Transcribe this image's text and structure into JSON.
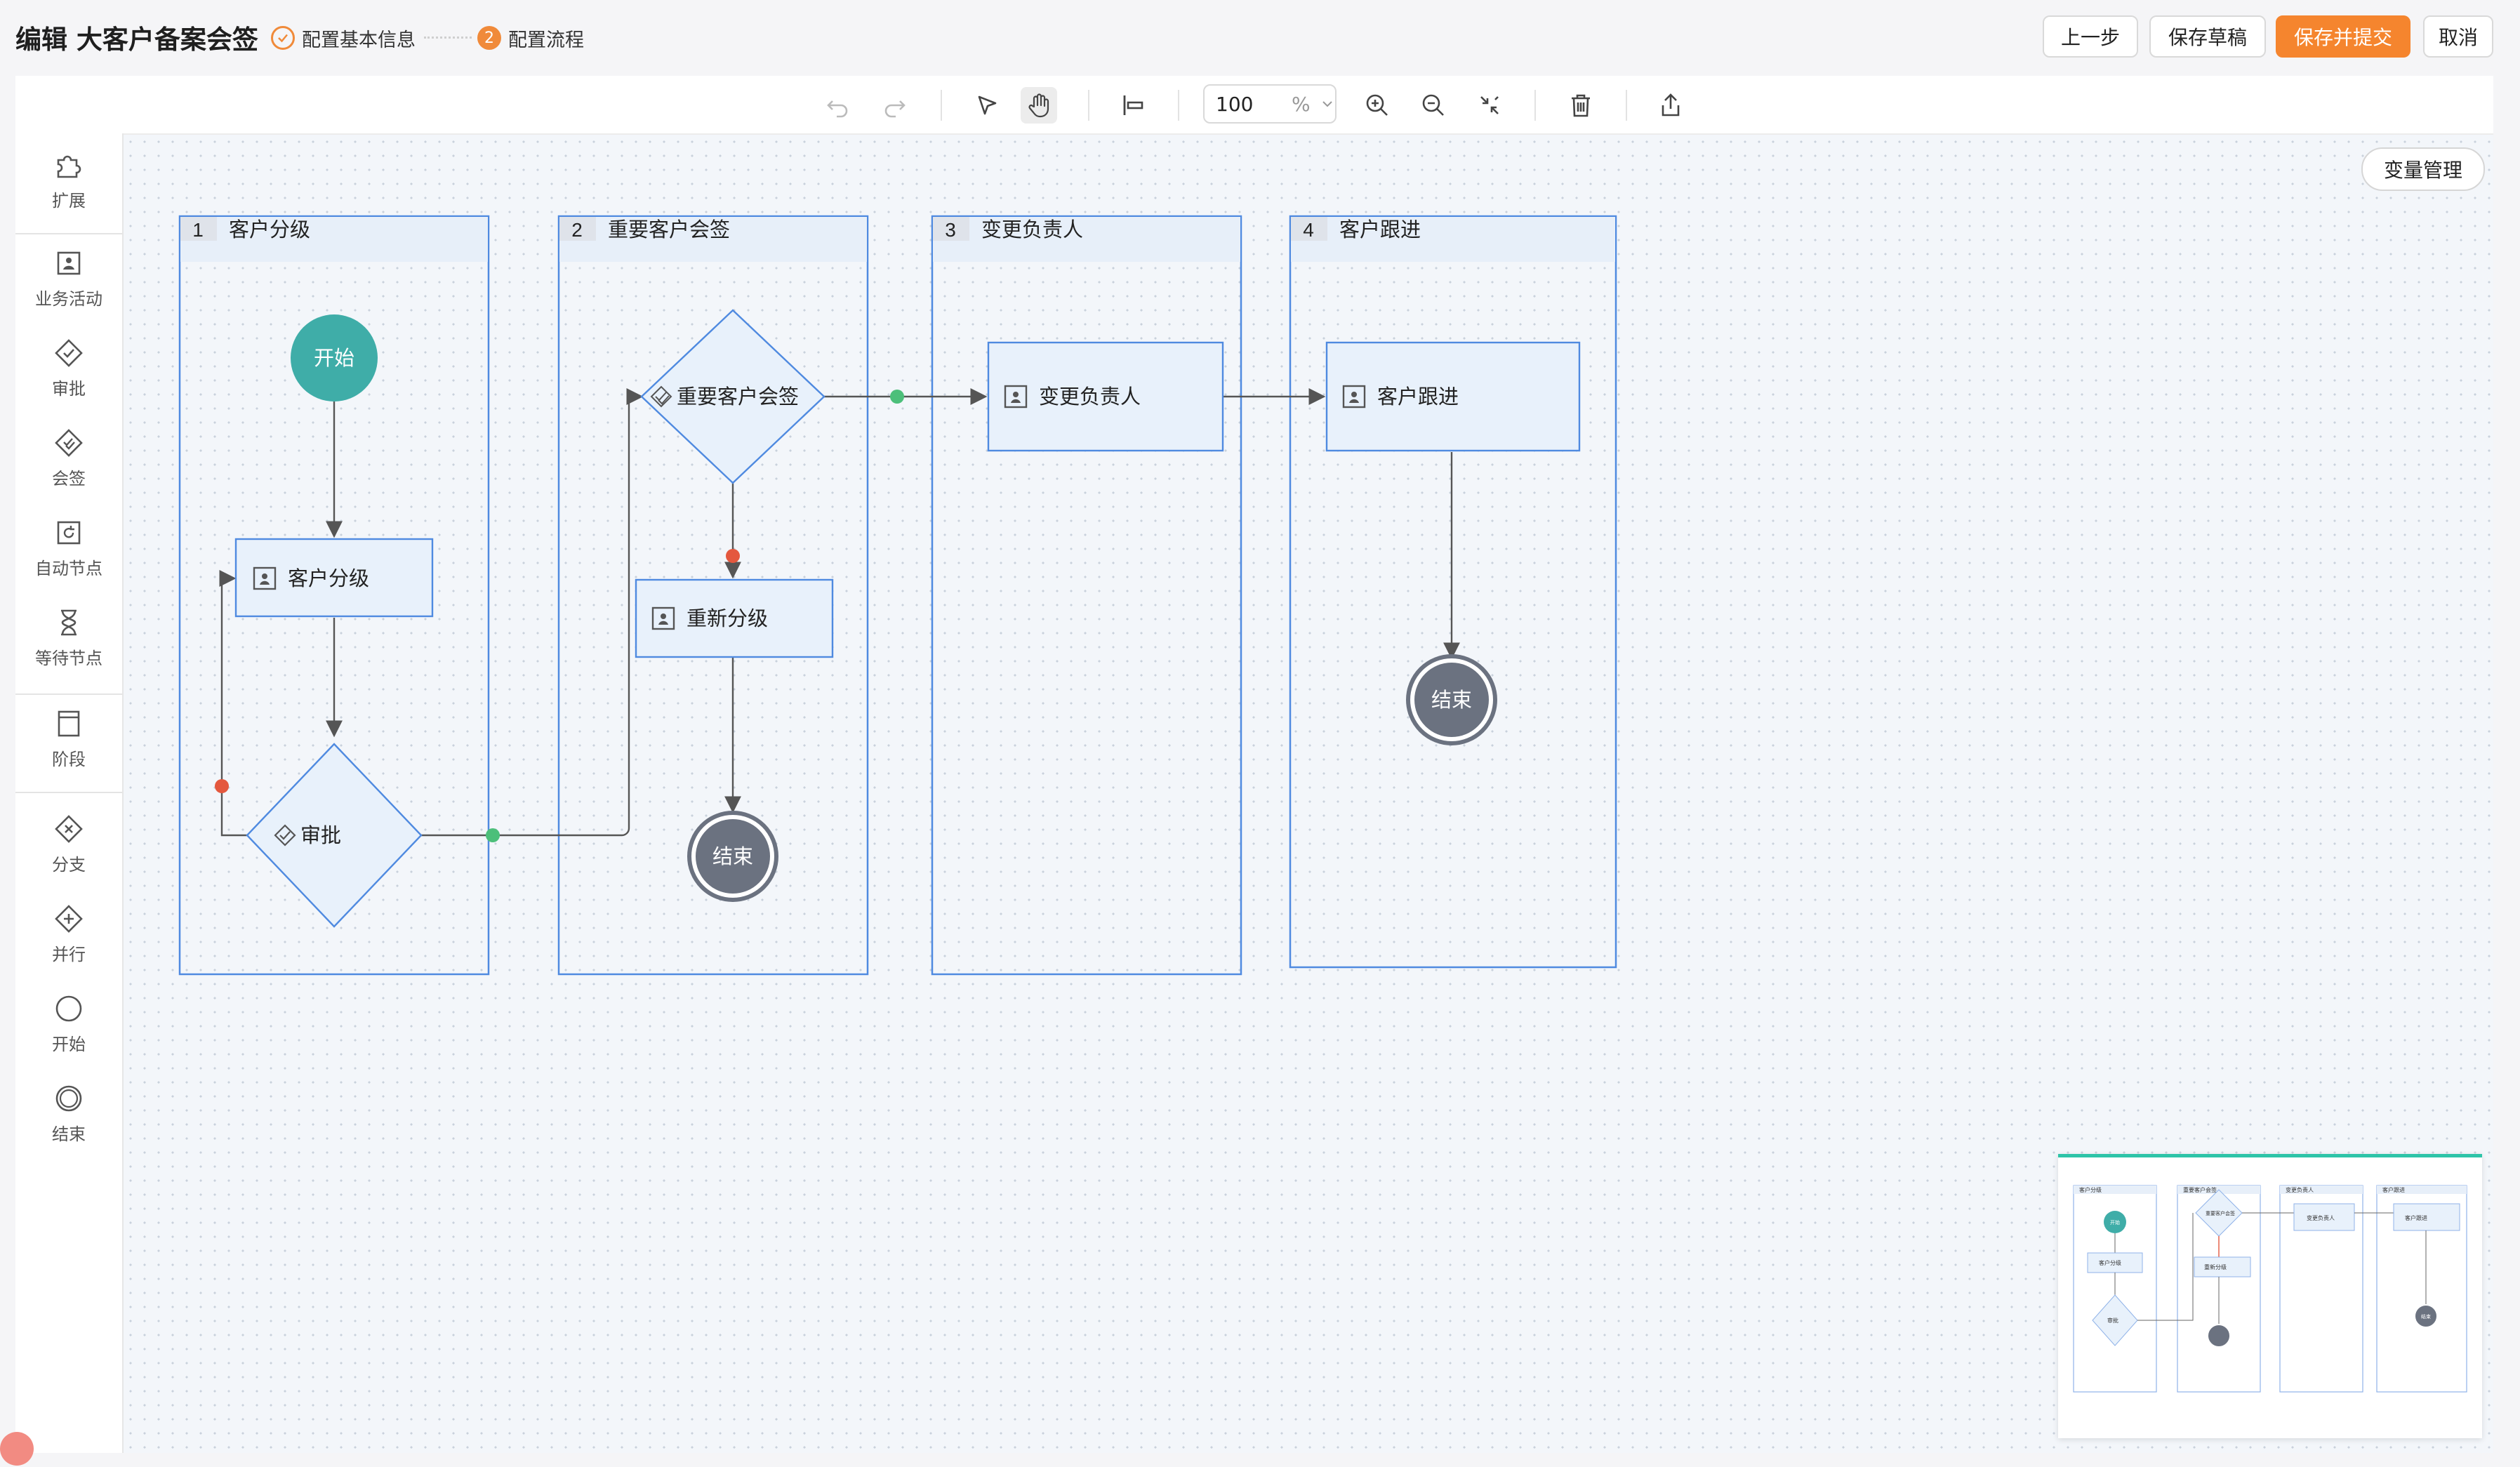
{
  "header": {
    "title": "编辑 大客户备案会签",
    "steps": [
      {
        "index": "✓",
        "label": "配置基本信息"
      },
      {
        "index": "2",
        "label": "配置流程"
      }
    ],
    "buttons": {
      "prev": "上一步",
      "save_draft": "保存草稿",
      "save_submit": "保存并提交",
      "cancel": "取消"
    }
  },
  "toolbar": {
    "zoom_value": "100",
    "zoom_unit": "%"
  },
  "palette": {
    "items": [
      "扩展",
      "业务活动",
      "审批",
      "会签",
      "自动节点",
      "等待节点",
      "阶段",
      "分支",
      "并行",
      "开始",
      "结束"
    ]
  },
  "canvas": {
    "variable_button": "变量管理"
  },
  "lanes": [
    {
      "num": "1",
      "title": "客户分级"
    },
    {
      "num": "2",
      "title": "重要客户会签"
    },
    {
      "num": "3",
      "title": "变更负责人"
    },
    {
      "num": "4",
      "title": "客户跟进"
    }
  ],
  "nodes": {
    "start": "开始",
    "classify": "客户分级",
    "approve": "审批",
    "countersign": "重要客户会签",
    "reclassify": "重新分级",
    "end2": "结束",
    "change_owner": "变更负责人",
    "follow_up": "客户跟进",
    "end4": "结束"
  },
  "minimap": {
    "lanes": [
      "客户分级",
      "重要客户会签",
      "变更负责人",
      "客户跟进"
    ],
    "nodes": {
      "start": "开始",
      "classify": "客户分级",
      "approve": "审批",
      "countersign": "重要客户会签",
      "reclassify": "重新分级",
      "change_owner": "变更负责人",
      "follow_up": "客户跟进",
      "end": "结束"
    }
  },
  "colors": {
    "accent": "#f5852e",
    "lane_border": "#4f8ae0",
    "lane_header": "#e7eff9",
    "node_fill": "#e8f1fb",
    "start": "#3fada8",
    "end": "#6b7280",
    "port_red": "#e4583e",
    "port_green": "#4cbf7a"
  }
}
